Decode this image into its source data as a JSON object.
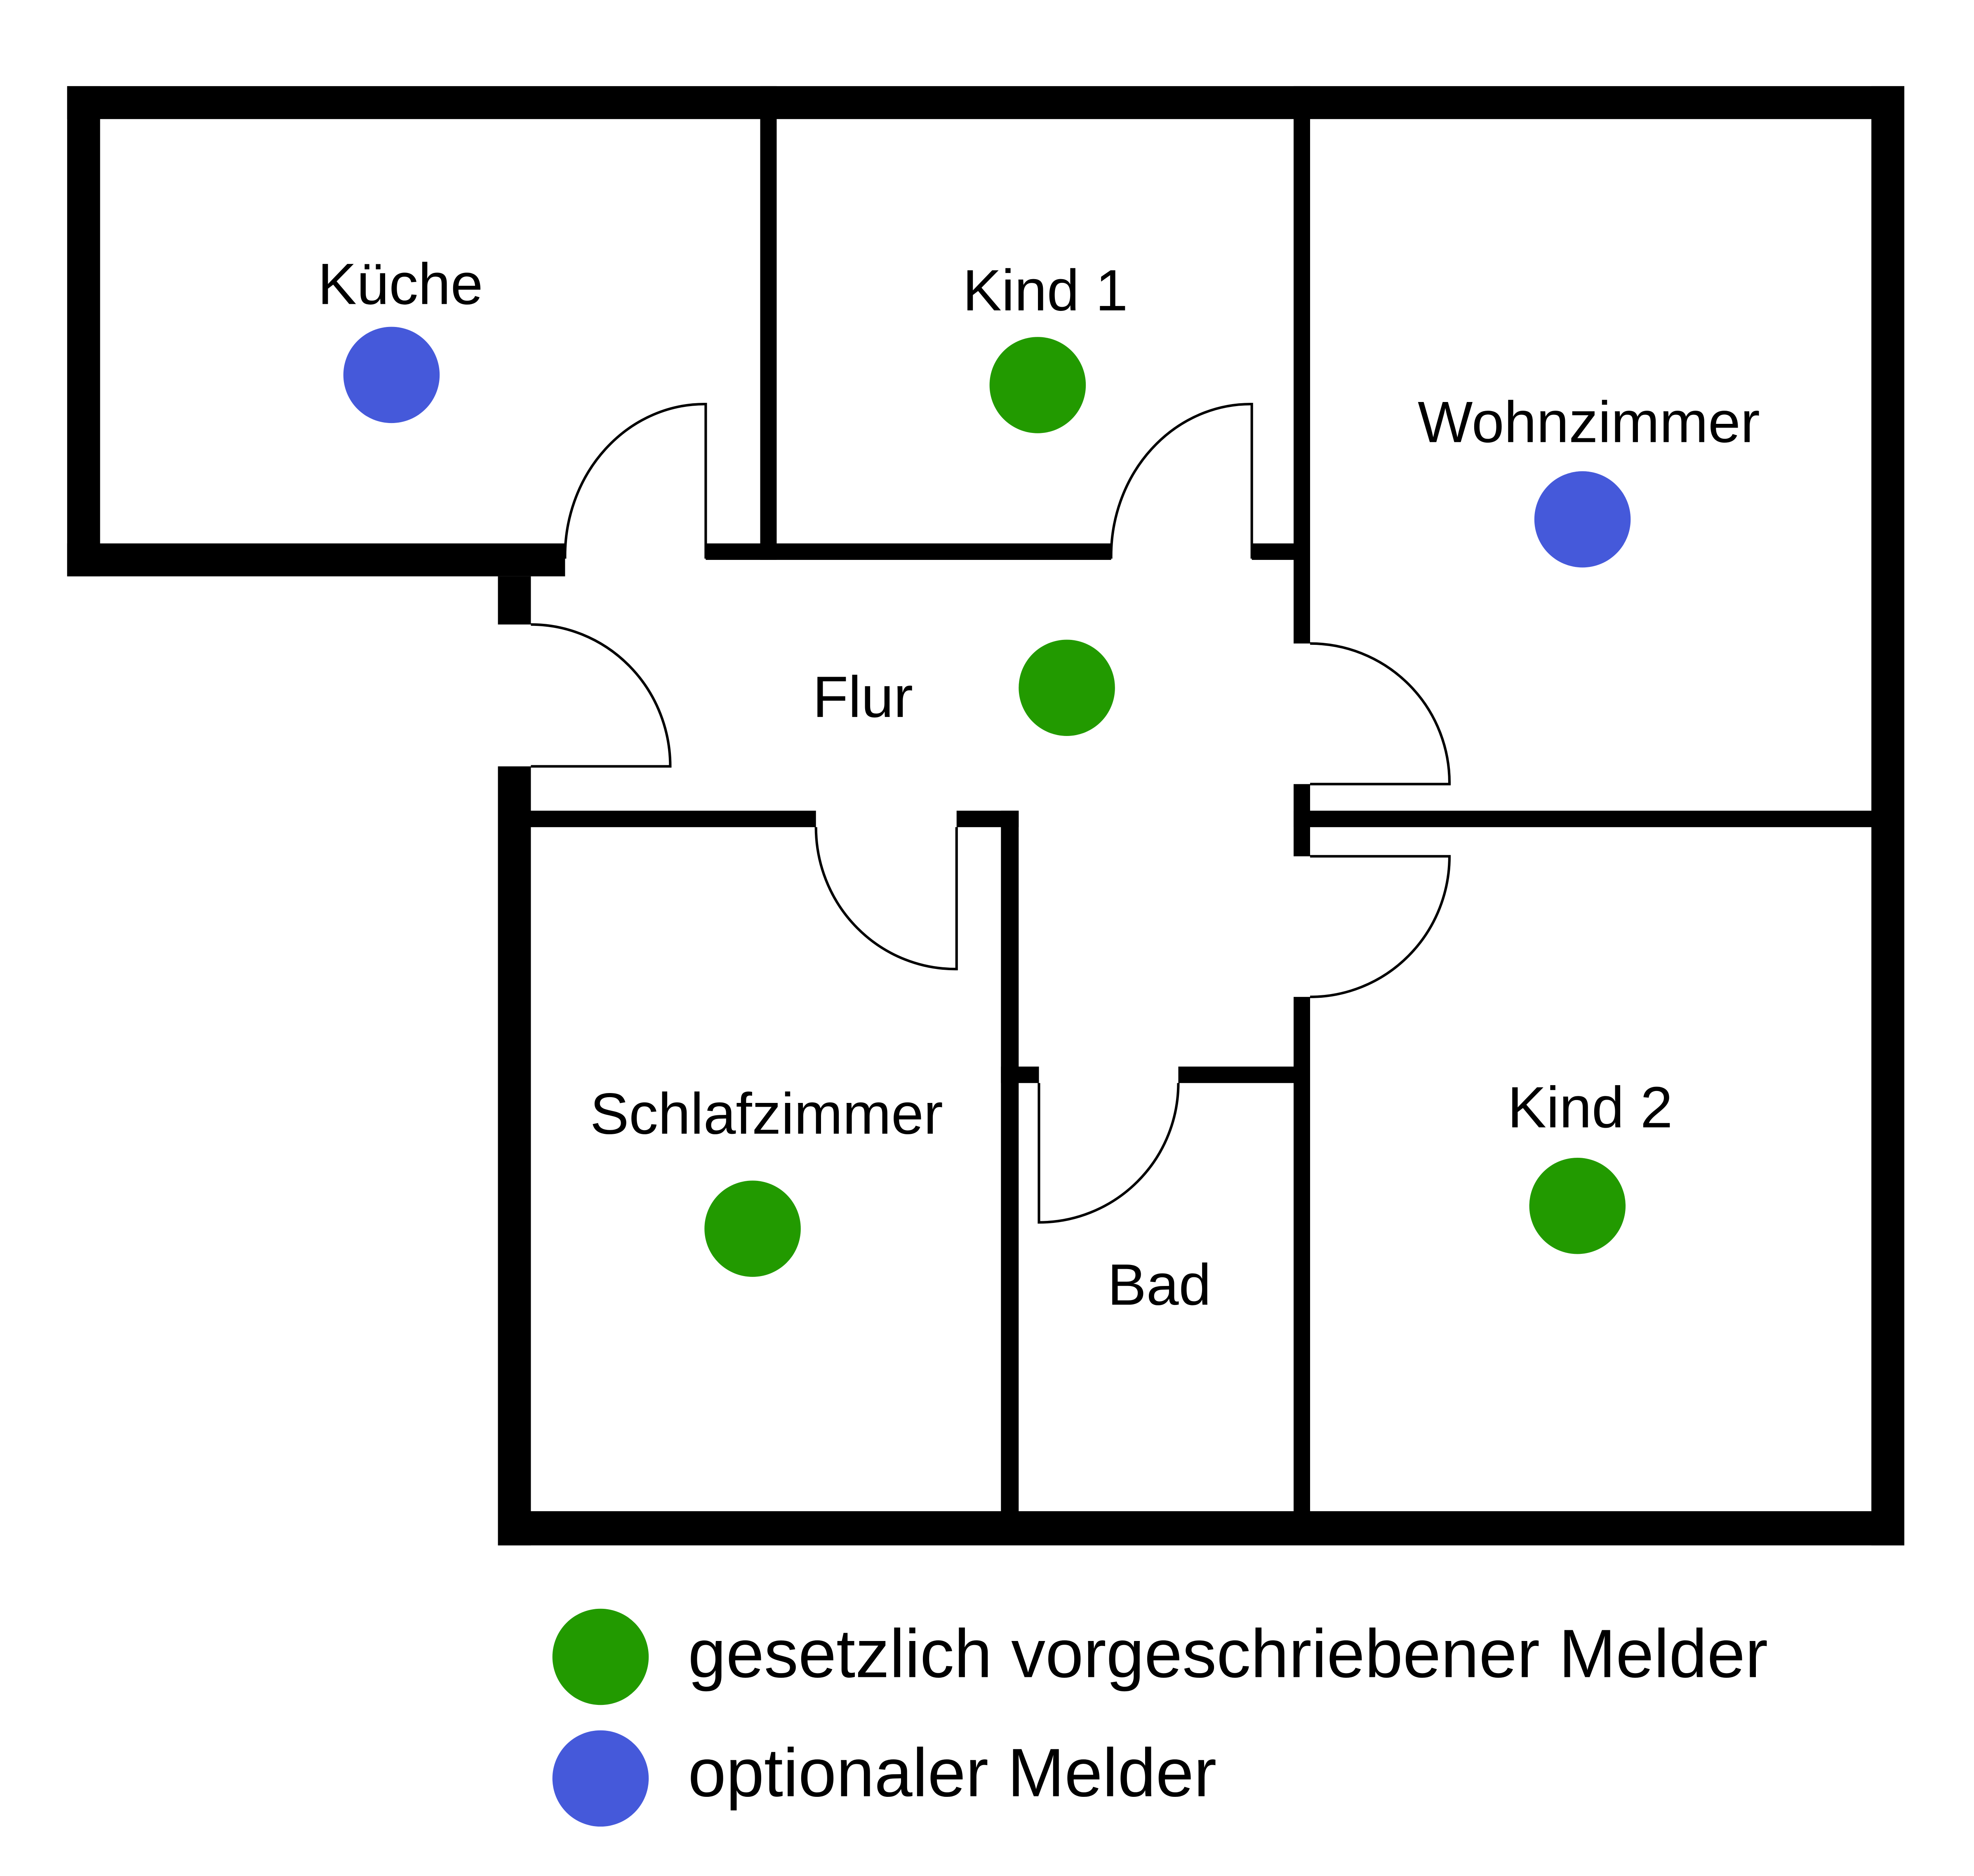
{
  "colors": {
    "required": "#229A00",
    "optional": "#4559DA",
    "wall": "#000000",
    "background": "#FFFFFF"
  },
  "rooms": [
    {
      "id": "kueche",
      "name": "Küche",
      "detector": "optional"
    },
    {
      "id": "kind1",
      "name": "Kind 1",
      "detector": "required"
    },
    {
      "id": "wohnzimmer",
      "name": "Wohnzimmer",
      "detector": "optional"
    },
    {
      "id": "flur",
      "name": "Flur",
      "detector": "required"
    },
    {
      "id": "schlafzimmer",
      "name": "Schlafzimmer",
      "detector": "required"
    },
    {
      "id": "bad",
      "name": "Bad",
      "detector": "none"
    },
    {
      "id": "kind2",
      "name": "Kind 2",
      "detector": "required"
    }
  ],
  "legend": [
    {
      "type": "required",
      "label": "gesetzlich vorgeschriebener Melder"
    },
    {
      "type": "optional",
      "label": "optionaler Melder"
    }
  ]
}
